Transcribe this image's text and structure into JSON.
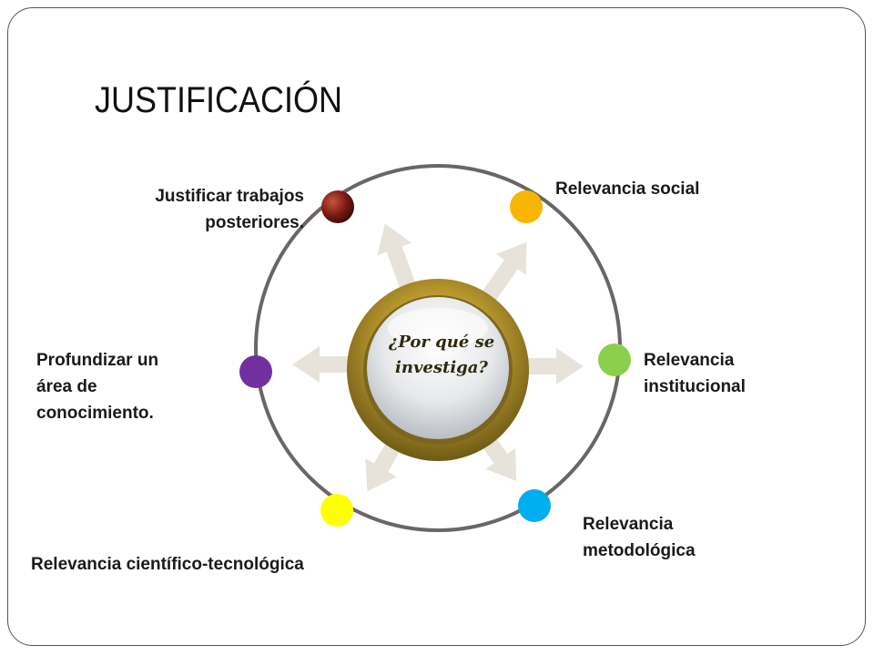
{
  "slide": {
    "title": "JUSTIFICACIÓN",
    "center_question_line1": "¿Por qué se",
    "center_question_line2": "investiga?"
  },
  "nodes": [
    {
      "id": "justificar",
      "line1": "Justificar trabajos",
      "line2": "posteriores.",
      "line3": "",
      "color": "#7a1a12"
    },
    {
      "id": "social",
      "line1": "Relevancia social",
      "line2": "",
      "line3": "",
      "color": "#f7b500"
    },
    {
      "id": "institucional",
      "line1": "Relevancia",
      "line2": "institucional",
      "line3": "",
      "color": "#8ccf4d"
    },
    {
      "id": "metodologica",
      "line1": "Relevancia",
      "line2": "metodológica",
      "line3": "",
      "color": "#00aeef"
    },
    {
      "id": "cientifico",
      "line1": "Relevancia científico-tecnológica",
      "line2": "",
      "line3": "",
      "color": "#ffff00"
    },
    {
      "id": "profundizar",
      "line1": "Profundizar un",
      "line2": "área de",
      "line3": "conocimiento.",
      "color": "#7030a0"
    }
  ],
  "colors": {
    "ring": "#6b6565",
    "center_gold": "#a58a2a",
    "arrow": "#e4e0d6"
  }
}
